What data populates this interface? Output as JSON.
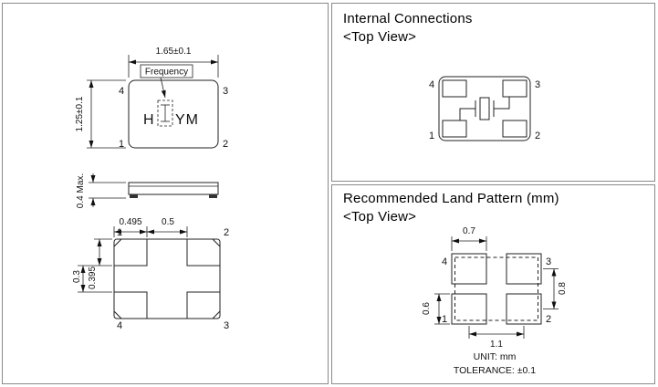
{
  "package_drawing": {
    "top_view": {
      "dim_width": "1.65±0.1",
      "dim_height": "1.25±0.1",
      "frequency_label": "Frequency",
      "marking_prefix": "H",
      "marking_suffix": "YM",
      "pin_top_left": "4",
      "pin_top_right": "3",
      "pin_bottom_left": "1",
      "pin_bottom_right": "2"
    },
    "side_view": {
      "dim_thickness": "0.4 Max."
    },
    "bottom_view": {
      "dim_pad_width": "0.495",
      "dim_pad_gap": "0.5",
      "dim_pad_height": "0.395",
      "dim_row_gap": "0.3",
      "pin_top_left": "1",
      "pin_top_right": "2",
      "pin_bottom_left": "4",
      "pin_bottom_right": "3"
    }
  },
  "internal_connections": {
    "title": "Internal Connections",
    "subtitle": "<Top View>",
    "pin_top_left": "4",
    "pin_top_right": "3",
    "pin_bottom_left": "1",
    "pin_bottom_right": "2"
  },
  "land_pattern": {
    "title": "Recommended Land Pattern (mm)",
    "subtitle": "<Top View>",
    "dim_pad_width": "0.7",
    "dim_pitch_x": "1.1",
    "dim_pitch_y": "0.8",
    "dim_pad_height": "0.6",
    "pin_top_left": "4",
    "pin_top_right": "3",
    "pin_bottom_left": "1",
    "pin_bottom_right": "2",
    "unit_note": "UNIT: mm",
    "tolerance_note": "TOLERANCE: ±0.1"
  }
}
